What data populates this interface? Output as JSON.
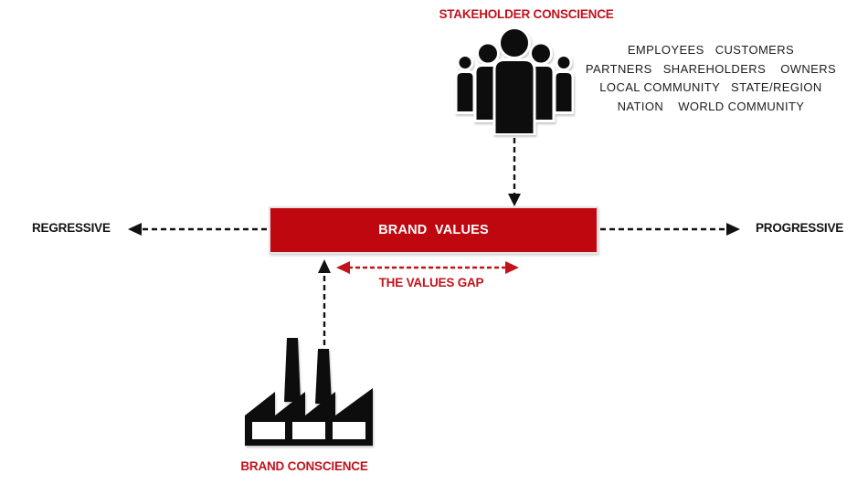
{
  "colors": {
    "box_red": "#BE070E",
    "text_red": "#C2121C",
    "ink": "#141414"
  },
  "stakeholder": {
    "title": "STAKEHOLDER CONSCIENCE",
    "lines": [
      "EMPLOYEES   CUSTOMERS",
      "PARTNERS   SHAREHOLDERS    OWNERS",
      "LOCAL COMMUNITY   STATE/REGION",
      "NATION    WORLD COMMUNITY"
    ]
  },
  "axis": {
    "left_label": "REGRESSIVE",
    "right_label": "PROGRESSIVE"
  },
  "center_box": {
    "label": "BRAND  VALUES"
  },
  "values_gap": {
    "label": "THE VALUES GAP"
  },
  "brand": {
    "title": "BRAND CONSCIENCE"
  }
}
